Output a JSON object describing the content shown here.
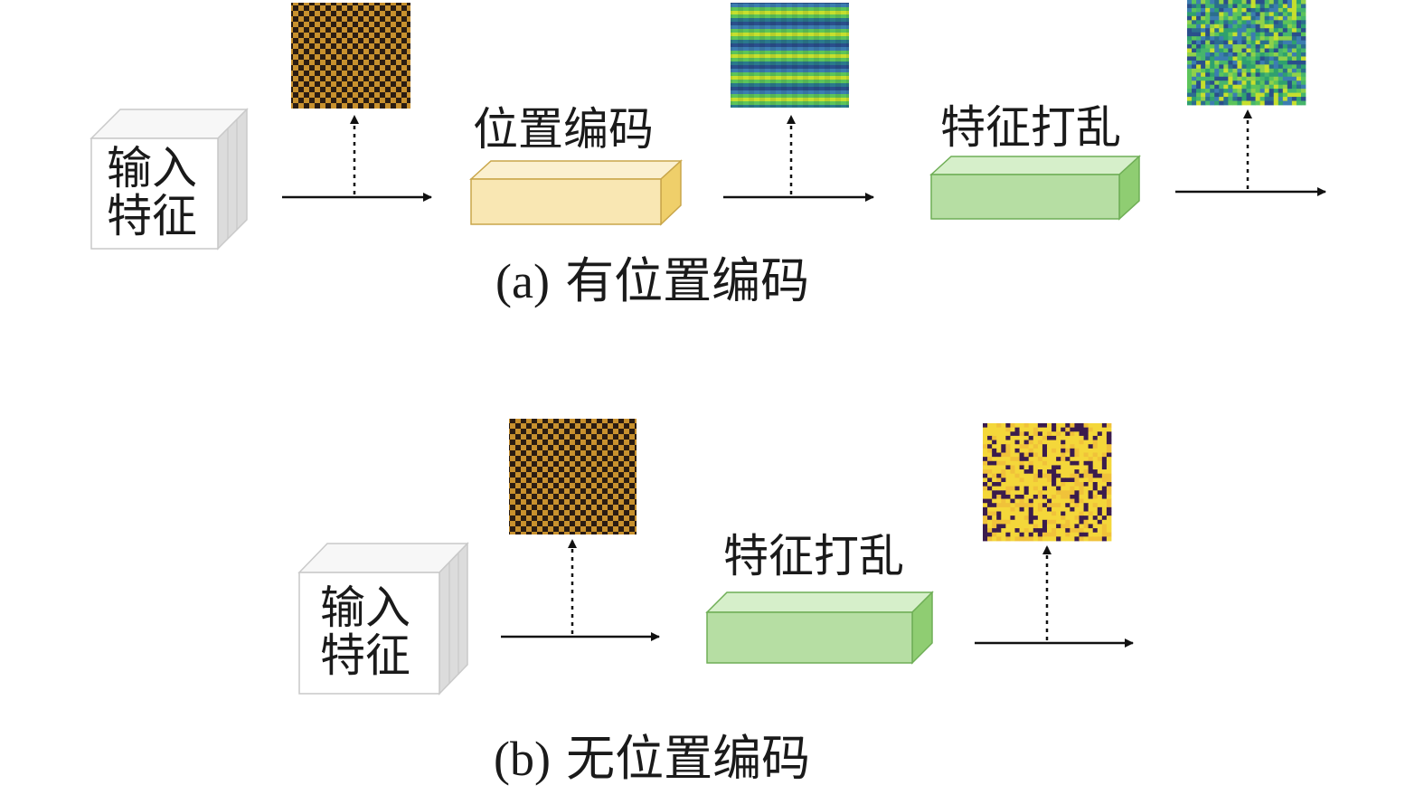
{
  "panel_a": {
    "input_label_line1": "输入",
    "input_label_line2": "特征",
    "pos_block_label": "位置编码",
    "shuffle_block_label": "特征打乱",
    "caption_tag": "(a)",
    "caption_text": "有位置编码",
    "maps": [
      "checkerboard-brown",
      "stripes-viridis",
      "noise-viridis"
    ]
  },
  "panel_b": {
    "input_label_line1": "输入",
    "input_label_line2": "特征",
    "shuffle_block_label": "特征打乱",
    "caption_tag": "(b)",
    "caption_text": "无位置编码",
    "maps": [
      "checkerboard-brown",
      "noise-yellow-purple"
    ]
  },
  "colors": {
    "pos_block": "#f9e7b3",
    "shuffle_block": "#b6dea3",
    "cube": "#f2f2f2",
    "checker_dark": "#2a1c12",
    "checker_light": "#c8912e",
    "noise_yellow": "#f4d73a",
    "noise_purple": "#3b1c4d"
  }
}
